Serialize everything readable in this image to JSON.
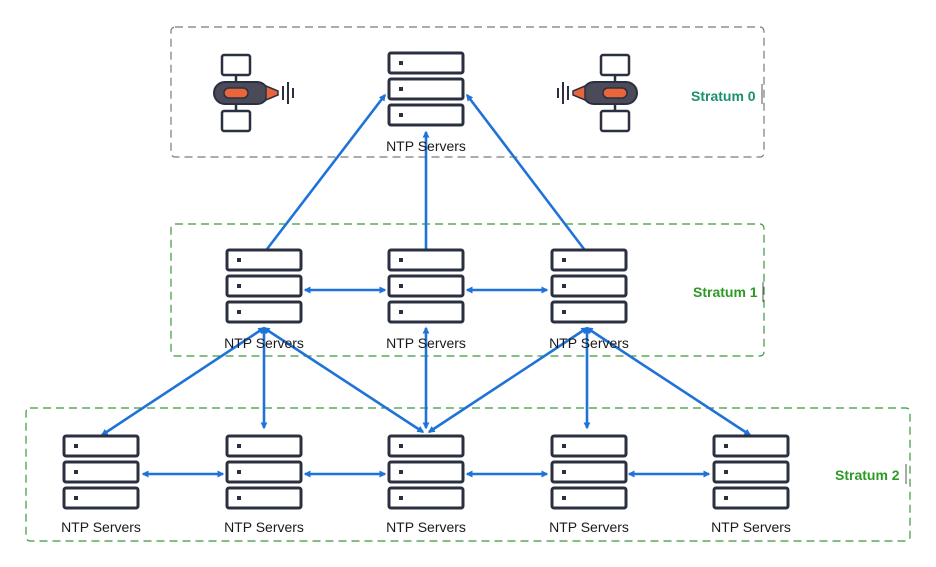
{
  "colors": {
    "accent": "#1f73d8",
    "stratum0": "#1a9070",
    "stratum1": "#2c9a24",
    "stratum2": "#2c9a24",
    "server_stroke": "#2b3040",
    "satellite_body": "#4a4a58",
    "satellite_core": "#e8663a"
  },
  "zones": [
    {
      "label": "Stratum 0",
      "color_key": "stratum0"
    },
    {
      "label": "Stratum 1",
      "color_key": "stratum1"
    },
    {
      "label": "Stratum 2",
      "color_key": "stratum2"
    }
  ],
  "stratum0": {
    "server_label": "NTP Servers",
    "satellites": [
      {
        "name": "satellite-icon"
      },
      {
        "name": "satellite-icon"
      }
    ]
  },
  "stratum1": {
    "server_labels": [
      "NTP Servers",
      "NTP Servers",
      "NTP Servers"
    ]
  },
  "stratum2": {
    "server_labels": [
      "NTP Servers",
      "NTP Servers",
      "NTP Servers",
      "NTP Servers",
      "NTP Servers"
    ]
  }
}
